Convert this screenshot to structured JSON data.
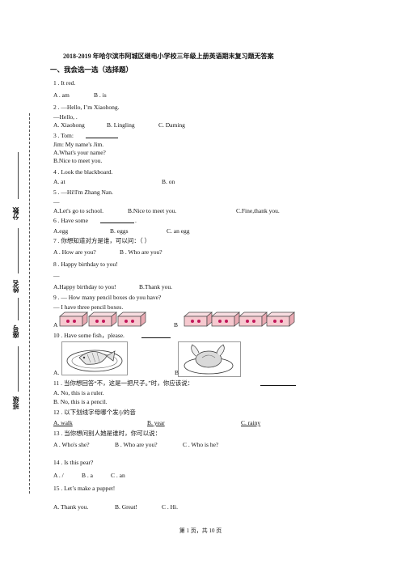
{
  "title": "2018-2019 年哈尔滨市阿城区继电小学校三年级上册英语期末复习题无答案",
  "section": "一、我会选一选（选择题）",
  "side_labels": {
    "score": "分数",
    "name": "姓名",
    "number": "座号",
    "class": "班级"
  },
  "questions": {
    "q1": {
      "stem": "1 .    It               red.",
      "opts": [
        "A . am",
        "B . is"
      ]
    },
    "q2": {
      "stem": "2 .   —Hello, I’m Xiaohong.",
      "line2": "—Hello,               .",
      "opts": [
        "A. Xiaohong",
        "B. Lingling",
        "C. Daming"
      ]
    },
    "q3": {
      "stem": "3 .   Tom:",
      "line2": "Jim: My name's Jim.",
      "opts": [
        "A.What's your name?",
        "B.Nice to meet you."
      ]
    },
    "q4": {
      "stem": "4 .    Look             the blackboard.",
      "opts": [
        "A. at",
        "B. on"
      ]
    },
    "q5": {
      "stem": "5 .    —Hi!I'm Zhang Nan.",
      "line2": "—",
      "opts": [
        "A.Let's go to school.",
        "B.Nice to meet you.",
        "C.Fine,thank you."
      ]
    },
    "q6": {
      "stem": "6 .   Have some",
      "end": ".",
      "opts": [
        "A.egg",
        "B. eggs",
        "C. an egg"
      ]
    },
    "q7": {
      "stem": "7 .  你想知道对方是谁，可以问：（          ）",
      "opts": [
        "A . How are you?",
        "B . Who are you?"
      ]
    },
    "q8": {
      "stem": "8 .    Happy birthday to you!",
      "line2": "—",
      "opts": [
        "A.Happy birthday to you!",
        "B.Thank you."
      ]
    },
    "q9": {
      "stem": "9 .    — How many pencil boxes do you have?",
      "line2": "— I have three pencil boxes.",
      "opts": [
        "A",
        "B"
      ]
    },
    "q10": {
      "stem": "10 . Have some fish，please.",
      "opts": [
        "A.",
        "B."
      ]
    },
    "q11": {
      "stem": "11 . 当你想回答“不，这是一把尺子。”时，你应该说：",
      "opts": [
        "A.    No, this is a ruler.",
        "B.    No, this is a pencil."
      ]
    },
    "q12": {
      "stem": "12 . 以下划线字母哪个发/j/的音",
      "opts": [
        "A. walk",
        "B. year",
        "C. rainy"
      ]
    },
    "q13": {
      "stem": "13 . 当你想问别人她是谁时，你可以说：",
      "opts": [
        "A . Who's she?",
        "B . Who are you?",
        "C . Who is he?"
      ]
    },
    "q14": {
      "stem": "14 . Is this               pear?",
      "opts": [
        "A . /",
        "B . a",
        "C . an"
      ]
    },
    "q15": {
      "stem": "15 .       Let’s     make    a    puppet!",
      "opts": [
        "A. Thank    you.",
        "B. Great!",
        "C . Hi."
      ]
    }
  },
  "footer": "第  1  页，共  10  页"
}
